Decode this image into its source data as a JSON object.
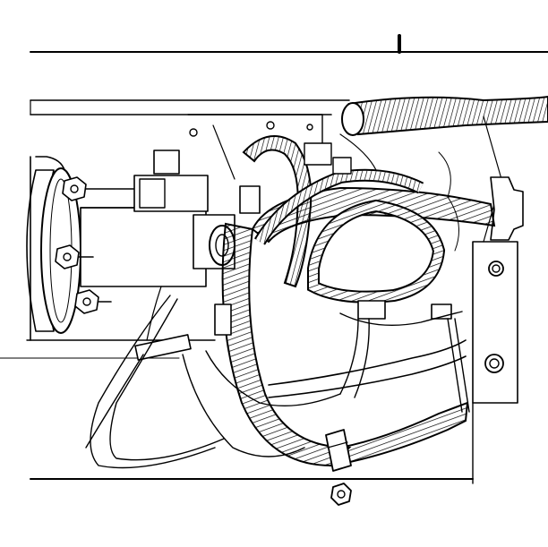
{
  "figure": {
    "ink_color": "#000000",
    "paper_color": "#ffffff",
    "parts": [
      "top-panel-edge",
      "mounting-bracket",
      "cylindrical-housing",
      "terminal-nut",
      "actuator-block",
      "corrugated-harness",
      "harness-loop",
      "hose",
      "bracket-plate",
      "bolt",
      "clip",
      "connector",
      "wire-bundle",
      "tie-strap",
      "floor-edge",
      "loose-nut"
    ]
  }
}
